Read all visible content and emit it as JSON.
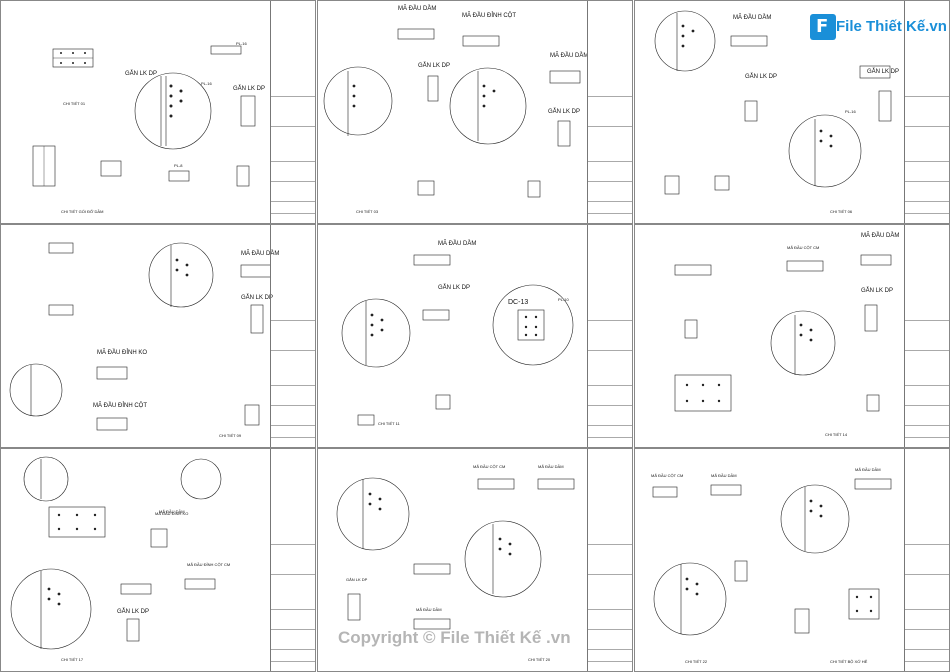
{
  "watermark": "Copyright © File Thiết Kế .vn",
  "logo": {
    "mark": "F",
    "text": "File Thiết Kế.vn"
  },
  "sheets": [
    {
      "caption": "CHI TIẾT 01",
      "caption2": "CHI TIẾT GỐI ĐỠ DẦM",
      "labels": [
        "GẮN LK DP",
        "GẮN LK DP",
        "PL-16",
        "PL-16",
        "PL-8"
      ]
    },
    {
      "caption": "CHI TIẾT 03",
      "labels": [
        "MÃ ĐẦU DẦM",
        "MÃ ĐẦU ĐỈNH CỘT",
        "GẮN LK DP",
        "MÃ ĐẦU DẦM",
        "GẮN LK DP"
      ]
    },
    {
      "caption": "CHI TIẾT 06",
      "labels": [
        "MÃ ĐẦU DẦM",
        "GẮN LK DP",
        "GẮN LK DP",
        "PL-16"
      ]
    },
    {
      "caption": "CHI TIẾT 09",
      "labels": [
        "MÃ ĐẦU DẦM",
        "GẮN LK DP",
        "MÃ ĐẦU ĐỈNH KO",
        "MÃ ĐẦU ĐỈNH CỘT"
      ]
    },
    {
      "caption": "CHI TIẾT 11",
      "labels": [
        "MÃ ĐẦU DẦM",
        "GẮN LK DP",
        "DC-13",
        "PL-10"
      ]
    },
    {
      "caption": "CHI TIẾT 14",
      "labels": [
        "MÃ ĐẦU CỘT CM",
        "MÃ ĐẦU DẦM",
        "GẮN LK DP"
      ]
    },
    {
      "caption": "CHI TIẾT 17",
      "labels": [
        "MÃ ĐẦU DẦM",
        "GẮN LK DP",
        "MÃ ĐẦU ĐỈNH KO",
        "MÃ ĐẦU ĐỈNH CỘT CM"
      ]
    },
    {
      "caption": "CHI TIẾT 20",
      "labels": [
        "MÃ ĐẦU CỘT CM",
        "MÃ ĐẦU DẦM",
        "GẮN LK DP",
        "MÃ ĐẦU DẦM"
      ]
    },
    {
      "caption": "CHI TIẾT 22",
      "caption2": "CHI TIẾT BỘ XỚ HẺ",
      "labels": [
        "MÃ ĐẦU CỘT CM",
        "MÃ ĐẦU DẦM",
        "MÃ ĐẦU DẦM"
      ]
    }
  ]
}
